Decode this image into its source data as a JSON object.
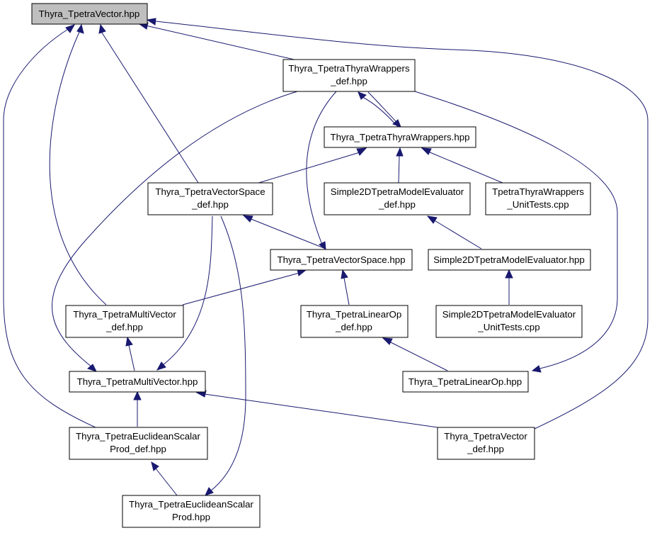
{
  "colors": {
    "edge": "#191970",
    "root_fill": "#bfbfbf",
    "node_fill": "#ffffff",
    "node_border": "#000000"
  },
  "nodes": {
    "tpetra_vector_hpp": {
      "lines": [
        "Thyra_TpetraVector.hpp"
      ]
    },
    "tpetra_thyra_wrappers_def_hpp": {
      "lines": [
        "Thyra_TpetraThyraWrappers",
        "_def.hpp"
      ]
    },
    "tpetra_thyra_wrappers_hpp": {
      "lines": [
        "Thyra_TpetraThyraWrappers.hpp"
      ]
    },
    "tpetra_vector_space_def_hpp": {
      "lines": [
        "Thyra_TpetraVectorSpace",
        "_def.hpp"
      ]
    },
    "simple2d_model_evaluator_def_hpp": {
      "lines": [
        "Simple2DTpetraModelEvaluator",
        "_def.hpp"
      ]
    },
    "tpetra_thyra_wrappers_unit_tests_cpp": {
      "lines": [
        "TpetraThyraWrappers",
        "_UnitTests.cpp"
      ]
    },
    "tpetra_vector_space_hpp": {
      "lines": [
        "Thyra_TpetraVectorSpace.hpp"
      ]
    },
    "simple2d_model_evaluator_hpp": {
      "lines": [
        "Simple2DTpetraModelEvaluator.hpp"
      ]
    },
    "tpetra_multi_vector_def_hpp": {
      "lines": [
        "Thyra_TpetraMultiVector",
        "_def.hpp"
      ]
    },
    "tpetra_linear_op_def_hpp": {
      "lines": [
        "Thyra_TpetraLinearOp",
        "_def.hpp"
      ]
    },
    "simple2d_model_evaluator_unit_tests_cpp": {
      "lines": [
        "Simple2DTpetraModelEvaluator",
        "_UnitTests.cpp"
      ]
    },
    "tpetra_multi_vector_hpp": {
      "lines": [
        "Thyra_TpetraMultiVector.hpp"
      ]
    },
    "tpetra_linear_op_hpp": {
      "lines": [
        "Thyra_TpetraLinearOp.hpp"
      ]
    },
    "tpetra_euclidean_scalar_prod_def_hpp": {
      "lines": [
        "Thyra_TpetraEuclideanScalar",
        "Prod_def.hpp"
      ]
    },
    "tpetra_vector_def_hpp": {
      "lines": [
        "Thyra_TpetraVector",
        "_def.hpp"
      ]
    },
    "tpetra_euclidean_scalar_prod_hpp": {
      "lines": [
        "Thyra_TpetraEuclideanScalar",
        "Prod.hpp"
      ]
    }
  }
}
